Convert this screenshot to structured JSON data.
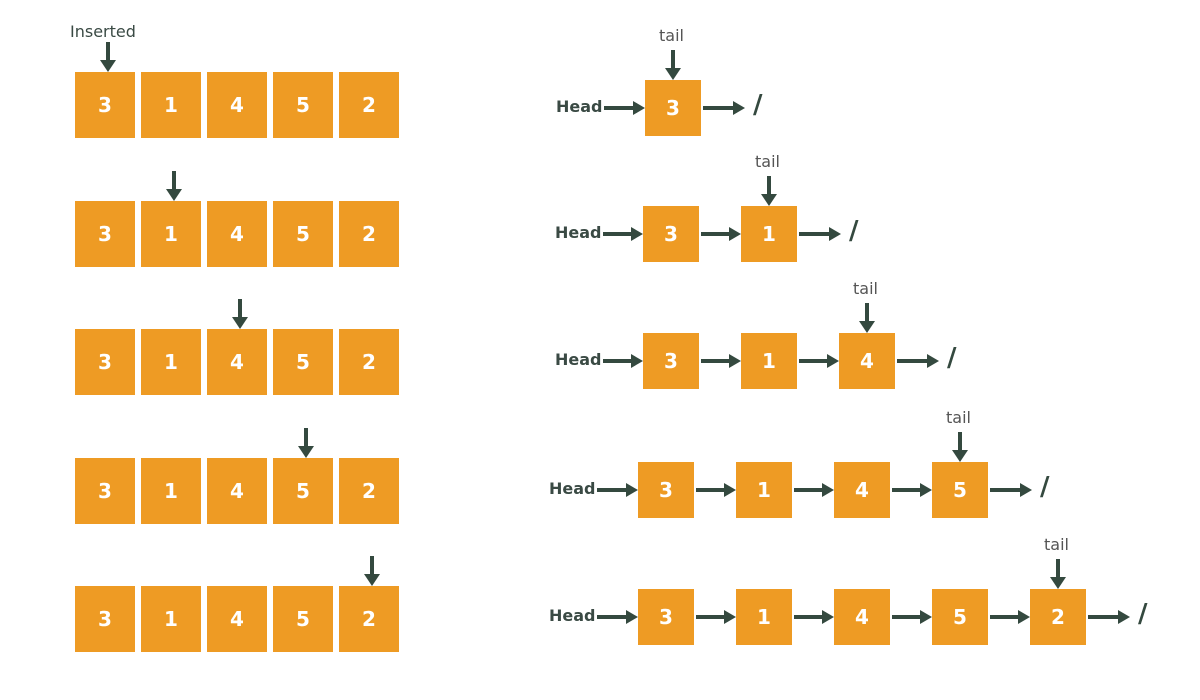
{
  "colors": {
    "box": "#EE9B24",
    "arrow": "#34493F",
    "box_text": "#FFFFFF",
    "label_text": "#3A4A44"
  },
  "inserted_label": "Inserted",
  "array_values": [
    "3",
    "1",
    "4",
    "5",
    "2"
  ],
  "head_label": "Head",
  "tail_label": "tail",
  "null_symbol": "/",
  "linked_lists": [
    [
      "3"
    ],
    [
      "3",
      "1"
    ],
    [
      "3",
      "1",
      "4"
    ],
    [
      "3",
      "1",
      "4",
      "5"
    ],
    [
      "3",
      "1",
      "4",
      "5",
      "2"
    ]
  ]
}
